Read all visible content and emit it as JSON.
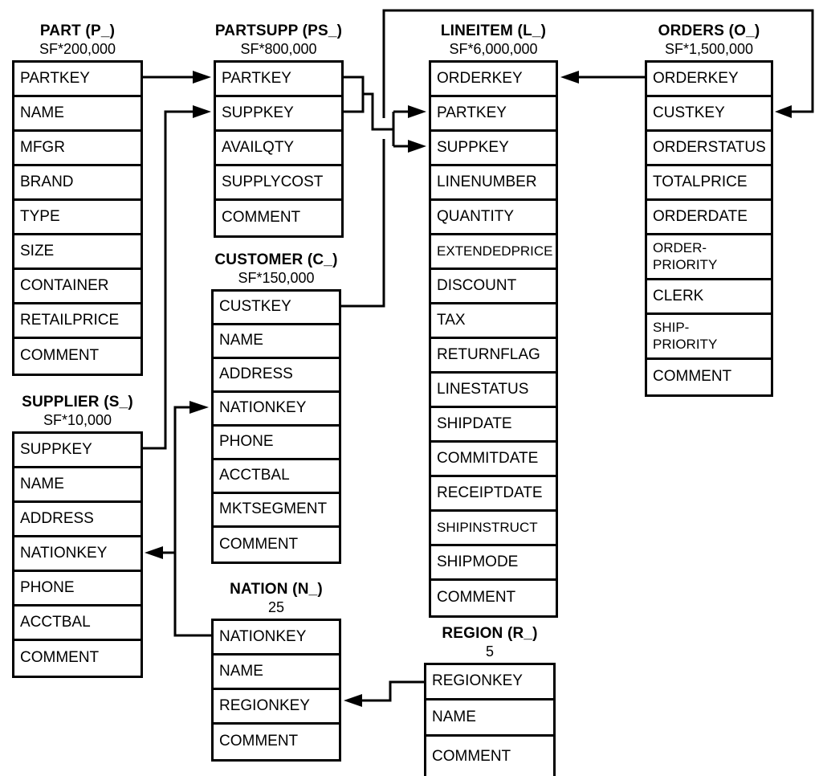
{
  "colors": {
    "line": "#000000",
    "background": "#ffffff",
    "text": "#000000"
  },
  "tables": [
    {
      "id": "part",
      "title": "PART (P_)",
      "cardinality": "SF*200,000",
      "columns": [
        "PARTKEY",
        "NAME",
        "MFGR",
        "BRAND",
        "TYPE",
        "SIZE",
        "CONTAINER",
        "RETAILPRICE",
        "COMMENT"
      ]
    },
    {
      "id": "partsupp",
      "title": "PARTSUPP (PS_)",
      "cardinality": "SF*800,000",
      "columns": [
        "PARTKEY",
        "SUPPKEY",
        "AVAILQTY",
        "SUPPLYCOST",
        "COMMENT"
      ]
    },
    {
      "id": "lineitem",
      "title": "LINEITEM (L_)",
      "cardinality": "SF*6,000,000",
      "columns": [
        "ORDERKEY",
        "PARTKEY",
        "SUPPKEY",
        "LINENUMBER",
        "QUANTITY",
        "EXTENDEDPRICE",
        "DISCOUNT",
        "TAX",
        "RETURNFLAG",
        "LINESTATUS",
        "SHIPDATE",
        "COMMITDATE",
        "RECEIPTDATE",
        "SHIPINSTRUCT",
        "SHIPMODE",
        "COMMENT"
      ]
    },
    {
      "id": "orders",
      "title": "ORDERS (O_)",
      "cardinality": "SF*1,500,000",
      "columns": [
        "ORDERKEY",
        "CUSTKEY",
        "ORDERSTATUS",
        "TOTALPRICE",
        "ORDERDATE",
        "ORDER-\nPRIORITY",
        "CLERK",
        "SHIP-\nPRIORITY",
        "COMMENT"
      ]
    },
    {
      "id": "customer",
      "title": "CUSTOMER (C_)",
      "cardinality": "SF*150,000",
      "columns": [
        "CUSTKEY",
        "NAME",
        "ADDRESS",
        "NATIONKEY",
        "PHONE",
        "ACCTBAL",
        "MKTSEGMENT",
        "COMMENT"
      ]
    },
    {
      "id": "supplier",
      "title": "SUPPLIER (S_)",
      "cardinality": "SF*10,000",
      "columns": [
        "SUPPKEY",
        "NAME",
        "ADDRESS",
        "NATIONKEY",
        "PHONE",
        "ACCTBAL",
        "COMMENT"
      ]
    },
    {
      "id": "nation",
      "title": "NATION (N_)",
      "cardinality": "25",
      "columns": [
        "NATIONKEY",
        "NAME",
        "REGIONKEY",
        "COMMENT"
      ]
    },
    {
      "id": "region",
      "title": "REGION (R_)",
      "cardinality": "5",
      "columns": [
        "REGIONKEY",
        "NAME",
        "COMMENT"
      ]
    }
  ],
  "relationships": [
    {
      "from": "PART.PARTKEY",
      "to": "PARTSUPP.PARTKEY"
    },
    {
      "from": "SUPPLIER.SUPPKEY",
      "to": "PARTSUPP.SUPPKEY"
    },
    {
      "from": "PARTSUPP.PARTKEY",
      "to": "LINEITEM.PARTKEY"
    },
    {
      "from": "PARTSUPP.SUPPKEY",
      "to": "LINEITEM.SUPPKEY"
    },
    {
      "from": "ORDERS.ORDERKEY",
      "to": "LINEITEM.ORDERKEY"
    },
    {
      "from": "CUSTOMER.CUSTKEY",
      "to": "ORDERS.CUSTKEY"
    },
    {
      "from": "NATION.NATIONKEY",
      "to": "CUSTOMER.NATIONKEY"
    },
    {
      "from": "NATION.NATIONKEY",
      "to": "SUPPLIER.NATIONKEY"
    },
    {
      "from": "REGION.REGIONKEY",
      "to": "NATION.REGIONKEY"
    }
  ]
}
